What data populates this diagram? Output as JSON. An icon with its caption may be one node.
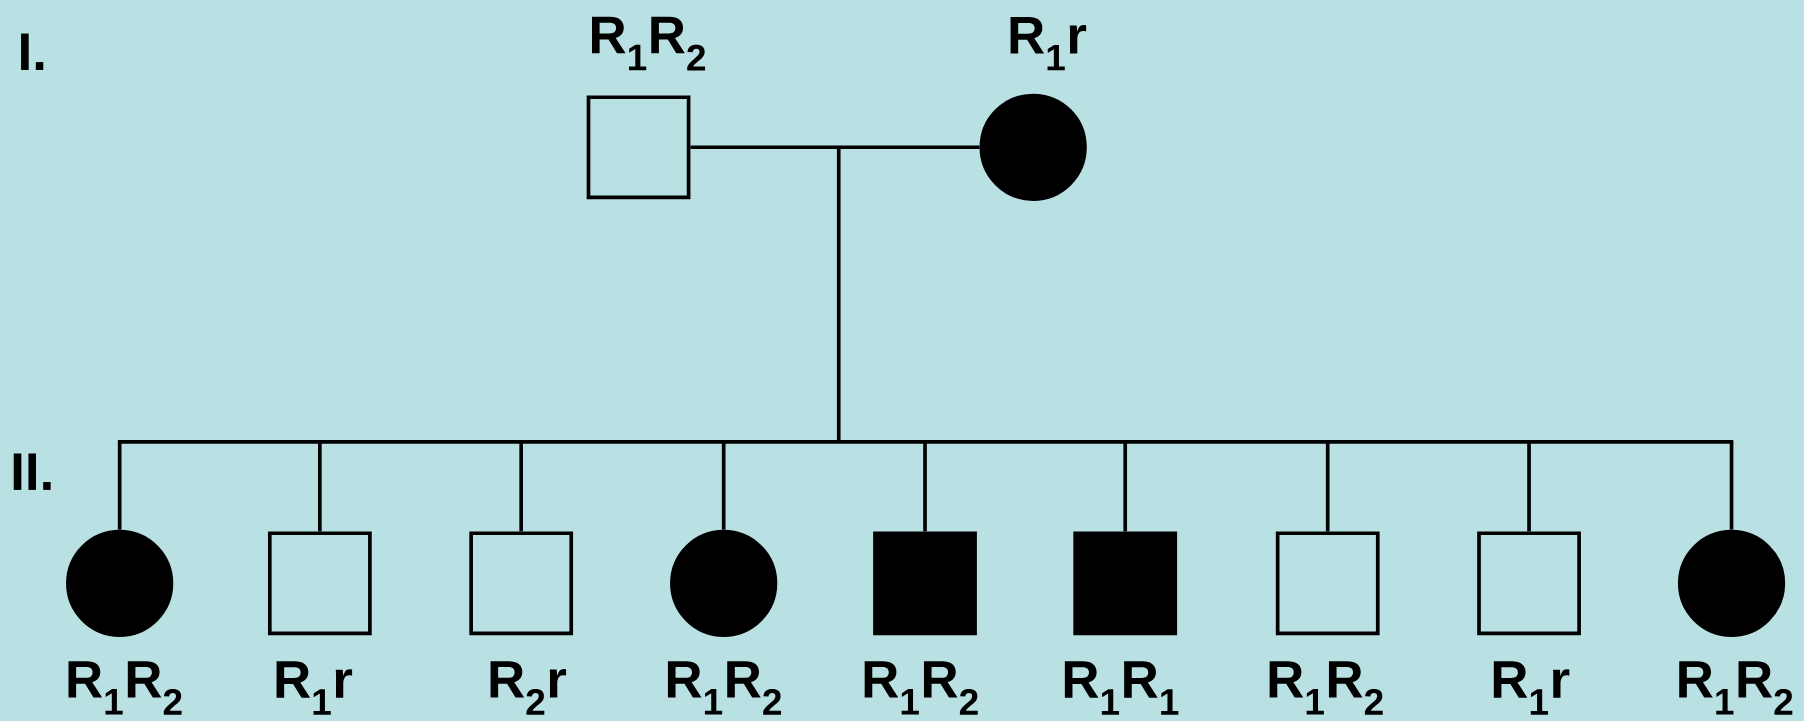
{
  "diagram": {
    "nodes": [
      {
        "text": [],
        "shape": "box",
        "beside": [
          "R$_{1}$R$_{2}$"
        ]
      },
      {
        "text": [],
        "shape": "disc",
        "beside": [
          "R$_{1}$r"
        ]
      },
      {
        "text": [],
        "shape": "disc",
        "beside": [
          "R$_{1}$R$_{2}$"
        ]
      },
      {
        "text": [],
        "shape": "box",
        "beside": [
          "R$_{1}$r"
        ]
      },
      {
        "text": [],
        "shape": "box",
        "beside": [
          "R$_{2}$r"
        ]
      },
      {
        "text": [],
        "shape": "disc",
        "beside": [
          "R$_{1}$R$_{2}$"
        ]
      },
      {
        "text": [],
        "shape": "block",
        "beside": [
          "R$_{1}$R$_{2}$"
        ]
      },
      {
        "text": [],
        "shape": "block",
        "beside": [
          "R$_{1}$R$_{1}$"
        ]
      },
      {
        "text": [],
        "shape": "box",
        "beside": [
          "R$_{1}$R$_{2}$"
        ]
      },
      {
        "text": [],
        "shape": "box",
        "beside": [
          "R$_{1}$r"
        ]
      },
      {
        "text": [],
        "shape": "disc",
        "beside": [
          "R$_{1}$R$_{2}$"
        ]
      }
    ],
    "edges": [
      {
        "from": 0,
        "to": 1,
        "arrow": "none"
      },
      {
        "from": null,
        "to": 2,
        "arrow": "none"
      },
      {
        "from": null,
        "to": 3,
        "arrow": "none"
      },
      {
        "from": null,
        "to": 4,
        "arrow": "none"
      },
      {
        "from": null,
        "to": 5,
        "arrow": "none"
      },
      {
        "from": null,
        "to": 6,
        "arrow": "none"
      },
      {
        "from": null,
        "to": 7,
        "arrow": "none"
      },
      {
        "from": null,
        "to": 8,
        "arrow": "none"
      },
      {
        "from": null,
        "to": 9,
        "arrow": "none"
      },
      {
        "from": null,
        "to": 10,
        "arrow": "none"
      }
    ],
    "labels": [
      "I.",
      "II."
    ]
  }
}
